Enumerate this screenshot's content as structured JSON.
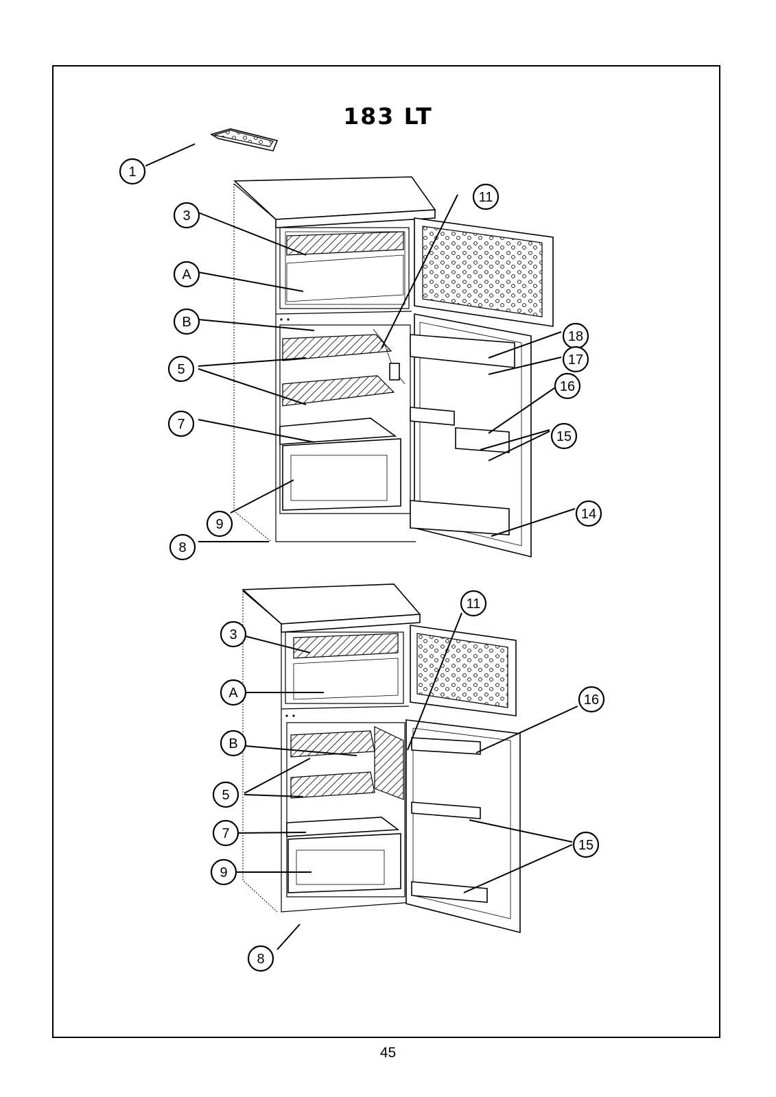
{
  "title": "183 LT",
  "page_number": "45",
  "top_diagram": {
    "callouts": [
      "1",
      "3",
      "A",
      "B",
      "5",
      "7",
      "9",
      "8",
      "11",
      "18",
      "17",
      "16",
      "15",
      "14"
    ]
  },
  "bottom_diagram": {
    "callouts": [
      "3",
      "A",
      "B",
      "5",
      "7",
      "9",
      "8",
      "11",
      "16",
      "15"
    ]
  }
}
